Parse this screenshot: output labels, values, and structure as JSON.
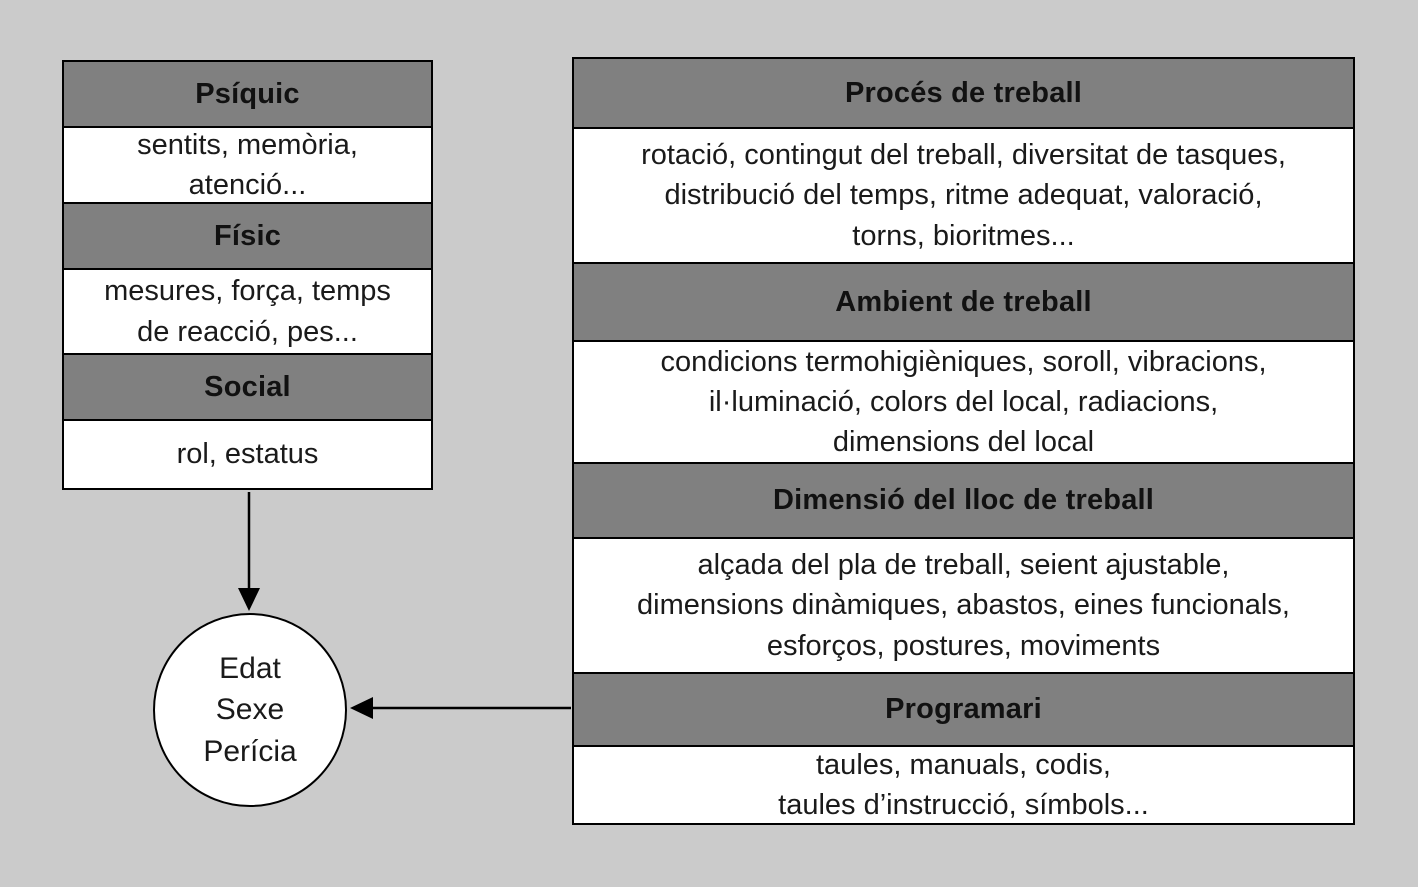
{
  "colors": {
    "background": "#cbcbcb",
    "header_fill": "#808080",
    "cell_fill": "#ffffff",
    "border": "#000000"
  },
  "left_table": {
    "sections": [
      {
        "title": "Psíquic",
        "content": "sentits, memòria,\natenció..."
      },
      {
        "title": "Físic",
        "content": "mesures, força, temps\nde reacció, pes..."
      },
      {
        "title": "Social",
        "content": "rol, estatus"
      }
    ]
  },
  "right_table": {
    "sections": [
      {
        "title": "Procés de treball",
        "content": "rotació, contingut del treball, diversitat de tasques,\ndistribució del temps, ritme adequat, valoració,\ntorns, bioritmes..."
      },
      {
        "title": "Ambient de treball",
        "content": "condicions termohigièniques, soroll, vibracions,\nil·luminació, colors del local, radiacions,\ndimensions del local"
      },
      {
        "title": "Dimensió del lloc de treball",
        "content": "alçada del pla de treball, seient ajustable,\ndimensions dinàmiques, abastos, eines funcionals,\nesforços, postures, moviments"
      },
      {
        "title": "Programari",
        "content": "taules, manuals, codis,\ntaules d’instrucció, símbols..."
      }
    ]
  },
  "circle": {
    "content": "Edat\nSexe\nPerícia"
  }
}
